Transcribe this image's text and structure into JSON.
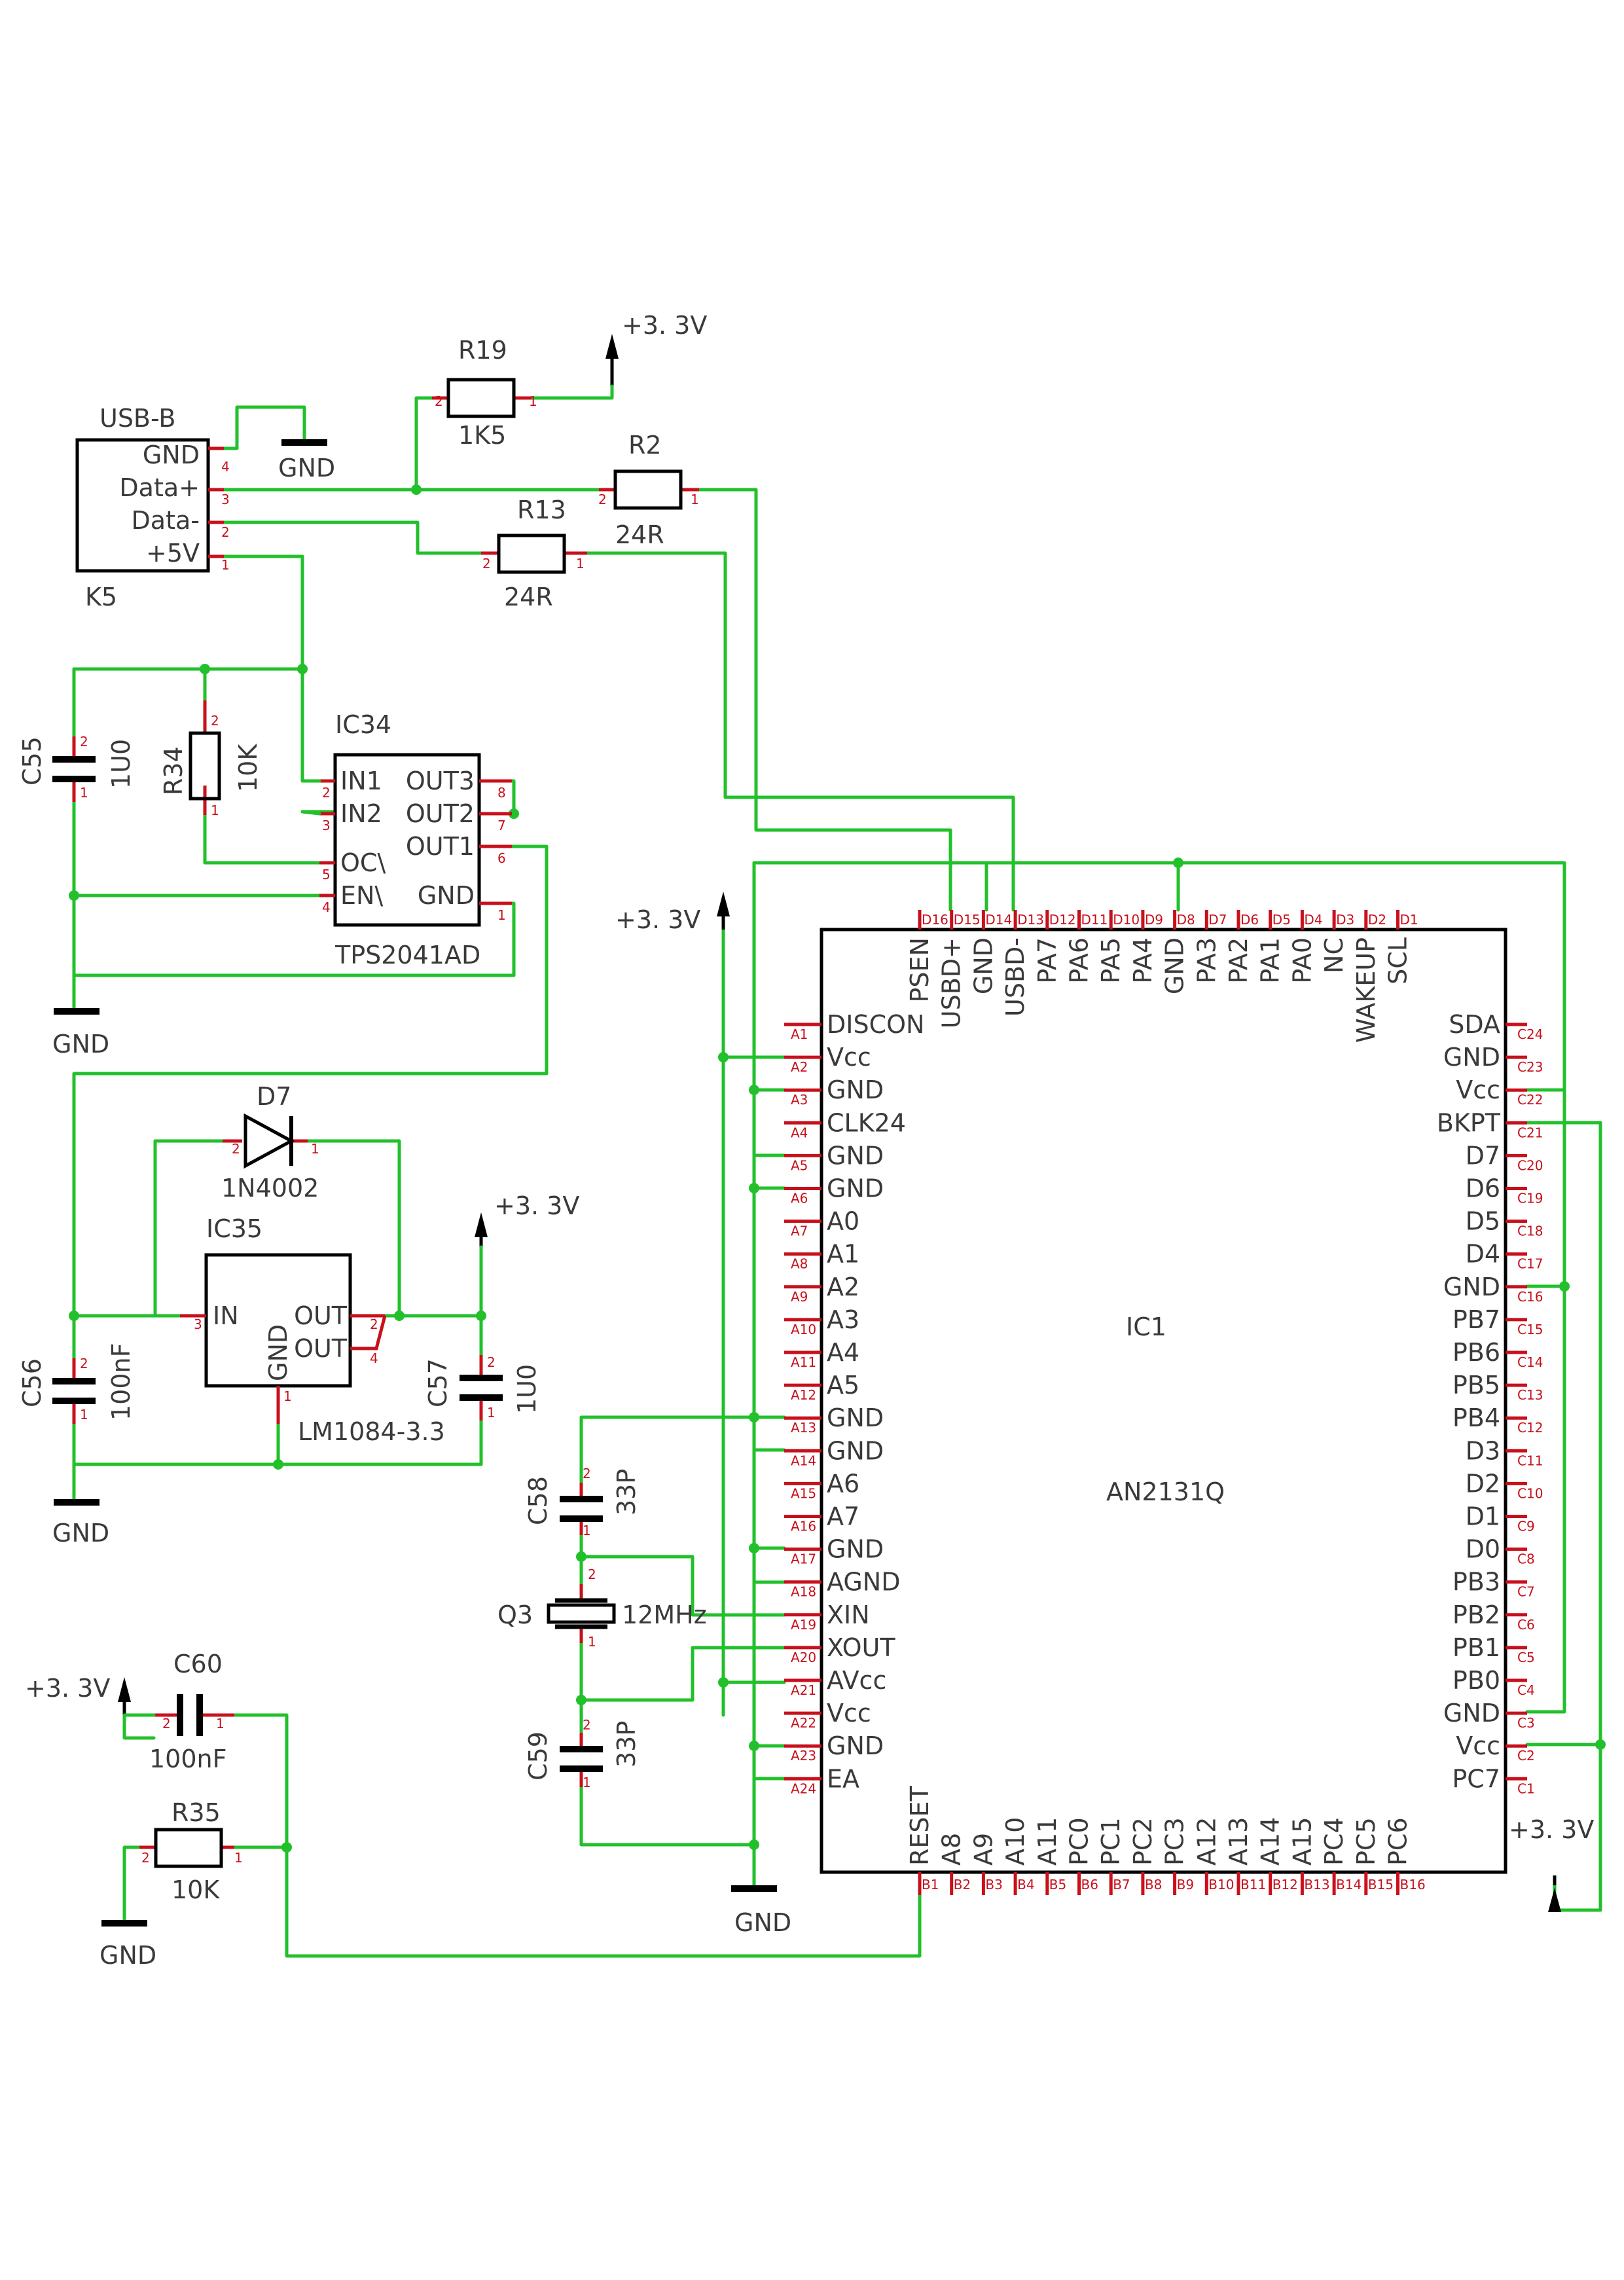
{
  "colors": {
    "wire": "#22c02b",
    "pin": "#c8101c",
    "body": "#000000",
    "text": "#3a3a3a"
  },
  "power": {
    "v33": "+3. 3V",
    "gnd": "GND"
  },
  "k5": {
    "ref": "K5",
    "value": "USB-B",
    "pins": [
      {
        "name": "GND",
        "num": "4"
      },
      {
        "name": "Data+",
        "num": "3"
      },
      {
        "name": "Data-",
        "num": "2"
      },
      {
        "name": "+5V",
        "num": "1"
      }
    ]
  },
  "r19": {
    "ref": "R19",
    "value": "1K5",
    "p1": "1",
    "p2": "2"
  },
  "r2": {
    "ref": "R2",
    "value": "24R",
    "p1": "1",
    "p2": "2"
  },
  "r13": {
    "ref": "R13",
    "value": "24R",
    "p1": "1",
    "p2": "2"
  },
  "r34": {
    "ref": "R34",
    "value": "10K",
    "p1": "1",
    "p2": "2"
  },
  "r35": {
    "ref": "R35",
    "value": "10K",
    "p1": "1",
    "p2": "2"
  },
  "c55": {
    "ref": "C55",
    "value": "1U0",
    "p1": "1",
    "p2": "2"
  },
  "c56": {
    "ref": "C56",
    "value": "100nF",
    "p1": "1",
    "p2": "2"
  },
  "c57": {
    "ref": "C57",
    "value": "1U0",
    "p1": "1",
    "p2": "2"
  },
  "c58": {
    "ref": "C58",
    "value": "33P",
    "p1": "1",
    "p2": "2"
  },
  "c59": {
    "ref": "C59",
    "value": "33P",
    "p1": "1",
    "p2": "2"
  },
  "c60": {
    "ref": "C60",
    "value": "100nF",
    "p1": "1",
    "p2": "2"
  },
  "q3": {
    "ref": "Q3",
    "value": "12MHz",
    "p1": "1",
    "p2": "2"
  },
  "d7": {
    "ref": "D7",
    "value": "1N4002",
    "p1": "1",
    "p2": "2"
  },
  "ic34": {
    "ref": "IC34",
    "value": "TPS2041AD",
    "left": [
      {
        "name": "IN1",
        "num": "2"
      },
      {
        "name": "IN2",
        "num": "3"
      },
      {
        "name": "OC\\",
        "num": "5"
      },
      {
        "name": "EN\\",
        "num": "4"
      }
    ],
    "right": [
      {
        "name": "OUT3",
        "num": "8"
      },
      {
        "name": "OUT2",
        "num": "7"
      },
      {
        "name": "OUT1",
        "num": "6"
      },
      {
        "name": "GND",
        "num": "1"
      }
    ]
  },
  "ic35": {
    "ref": "IC35",
    "value": "LM1084-3.3",
    "pins": [
      {
        "name": "IN",
        "num": "3"
      },
      {
        "name": "OUT",
        "num": "2"
      },
      {
        "name": "OUT",
        "num": "4"
      },
      {
        "name": "GND",
        "num": "1"
      }
    ]
  },
  "ic1": {
    "ref": "IC1",
    "value": "AN2131Q",
    "top": [
      {
        "n": "PSEN",
        "p": "D16"
      },
      {
        "n": "USBD+",
        "p": "D15"
      },
      {
        "n": "GND",
        "p": "D14"
      },
      {
        "n": "USBD-",
        "p": "D13"
      },
      {
        "n": "PA7",
        "p": "D12"
      },
      {
        "n": "PA6",
        "p": "D11"
      },
      {
        "n": "PA5",
        "p": "D10"
      },
      {
        "n": "PA4",
        "p": "D9"
      },
      {
        "n": "GND",
        "p": "D8"
      },
      {
        "n": "PA3",
        "p": "D7"
      },
      {
        "n": "PA2",
        "p": "D6"
      },
      {
        "n": "PA1",
        "p": "D5"
      },
      {
        "n": "PA0",
        "p": "D4"
      },
      {
        "n": "NC",
        "p": "D3"
      },
      {
        "n": "WAKEUP",
        "p": "D2"
      },
      {
        "n": "SCL",
        "p": "D1"
      }
    ],
    "left": [
      {
        "n": "DISCON",
        "p": "A1"
      },
      {
        "n": "Vcc",
        "p": "A2"
      },
      {
        "n": "GND",
        "p": "A3"
      },
      {
        "n": "CLK24",
        "p": "A4"
      },
      {
        "n": "GND",
        "p": "A5"
      },
      {
        "n": "GND",
        "p": "A6"
      },
      {
        "n": "A0",
        "p": "A7"
      },
      {
        "n": "A1",
        "p": "A8"
      },
      {
        "n": "A2",
        "p": "A9"
      },
      {
        "n": "A3",
        "p": "A10"
      },
      {
        "n": "A4",
        "p": "A11"
      },
      {
        "n": "A5",
        "p": "A12"
      },
      {
        "n": "GND",
        "p": "A13"
      },
      {
        "n": "GND",
        "p": "A14"
      },
      {
        "n": "A6",
        "p": "A15"
      },
      {
        "n": "A7",
        "p": "A16"
      },
      {
        "n": "GND",
        "p": "A17"
      },
      {
        "n": "AGND",
        "p": "A18"
      },
      {
        "n": "XIN",
        "p": "A19"
      },
      {
        "n": "XOUT",
        "p": "A20"
      },
      {
        "n": "AVcc",
        "p": "A21"
      },
      {
        "n": "Vcc",
        "p": "A22"
      },
      {
        "n": "GND",
        "p": "A23"
      },
      {
        "n": "EA",
        "p": "A24"
      }
    ],
    "right": [
      {
        "n": "SDA",
        "p": "C24"
      },
      {
        "n": "GND",
        "p": "C23"
      },
      {
        "n": "Vcc",
        "p": "C22"
      },
      {
        "n": "BKPT",
        "p": "C21"
      },
      {
        "n": "D7",
        "p": "C20"
      },
      {
        "n": "D6",
        "p": "C19"
      },
      {
        "n": "D5",
        "p": "C18"
      },
      {
        "n": "D4",
        "p": "C17"
      },
      {
        "n": "GND",
        "p": "C16"
      },
      {
        "n": "PB7",
        "p": "C15"
      },
      {
        "n": "PB6",
        "p": "C14"
      },
      {
        "n": "PB5",
        "p": "C13"
      },
      {
        "n": "PB4",
        "p": "C12"
      },
      {
        "n": "D3",
        "p": "C11"
      },
      {
        "n": "D2",
        "p": "C10"
      },
      {
        "n": "D1",
        "p": "C9"
      },
      {
        "n": "D0",
        "p": "C8"
      },
      {
        "n": "PB3",
        "p": "C7"
      },
      {
        "n": "PB2",
        "p": "C6"
      },
      {
        "n": "PB1",
        "p": "C5"
      },
      {
        "n": "PB0",
        "p": "C4"
      },
      {
        "n": "GND",
        "p": "C3"
      },
      {
        "n": "Vcc",
        "p": "C2"
      },
      {
        "n": "PC7",
        "p": "C1"
      }
    ],
    "bottom": [
      {
        "n": "RESET",
        "p": "B1"
      },
      {
        "n": "A8",
        "p": "B2"
      },
      {
        "n": "A9",
        "p": "B3"
      },
      {
        "n": "A10",
        "p": "B4"
      },
      {
        "n": "A11",
        "p": "B5"
      },
      {
        "n": "PC0",
        "p": "B6"
      },
      {
        "n": "PC1",
        "p": "B7"
      },
      {
        "n": "PC2",
        "p": "B8"
      },
      {
        "n": "PC3",
        "p": "B9"
      },
      {
        "n": "A12",
        "p": "B10"
      },
      {
        "n": "A13",
        "p": "B11"
      },
      {
        "n": "A14",
        "p": "B12"
      },
      {
        "n": "A15",
        "p": "B13"
      },
      {
        "n": "PC4",
        "p": "B14"
      },
      {
        "n": "PC5",
        "p": "B15"
      },
      {
        "n": "PC6",
        "p": "B16"
      }
    ]
  }
}
